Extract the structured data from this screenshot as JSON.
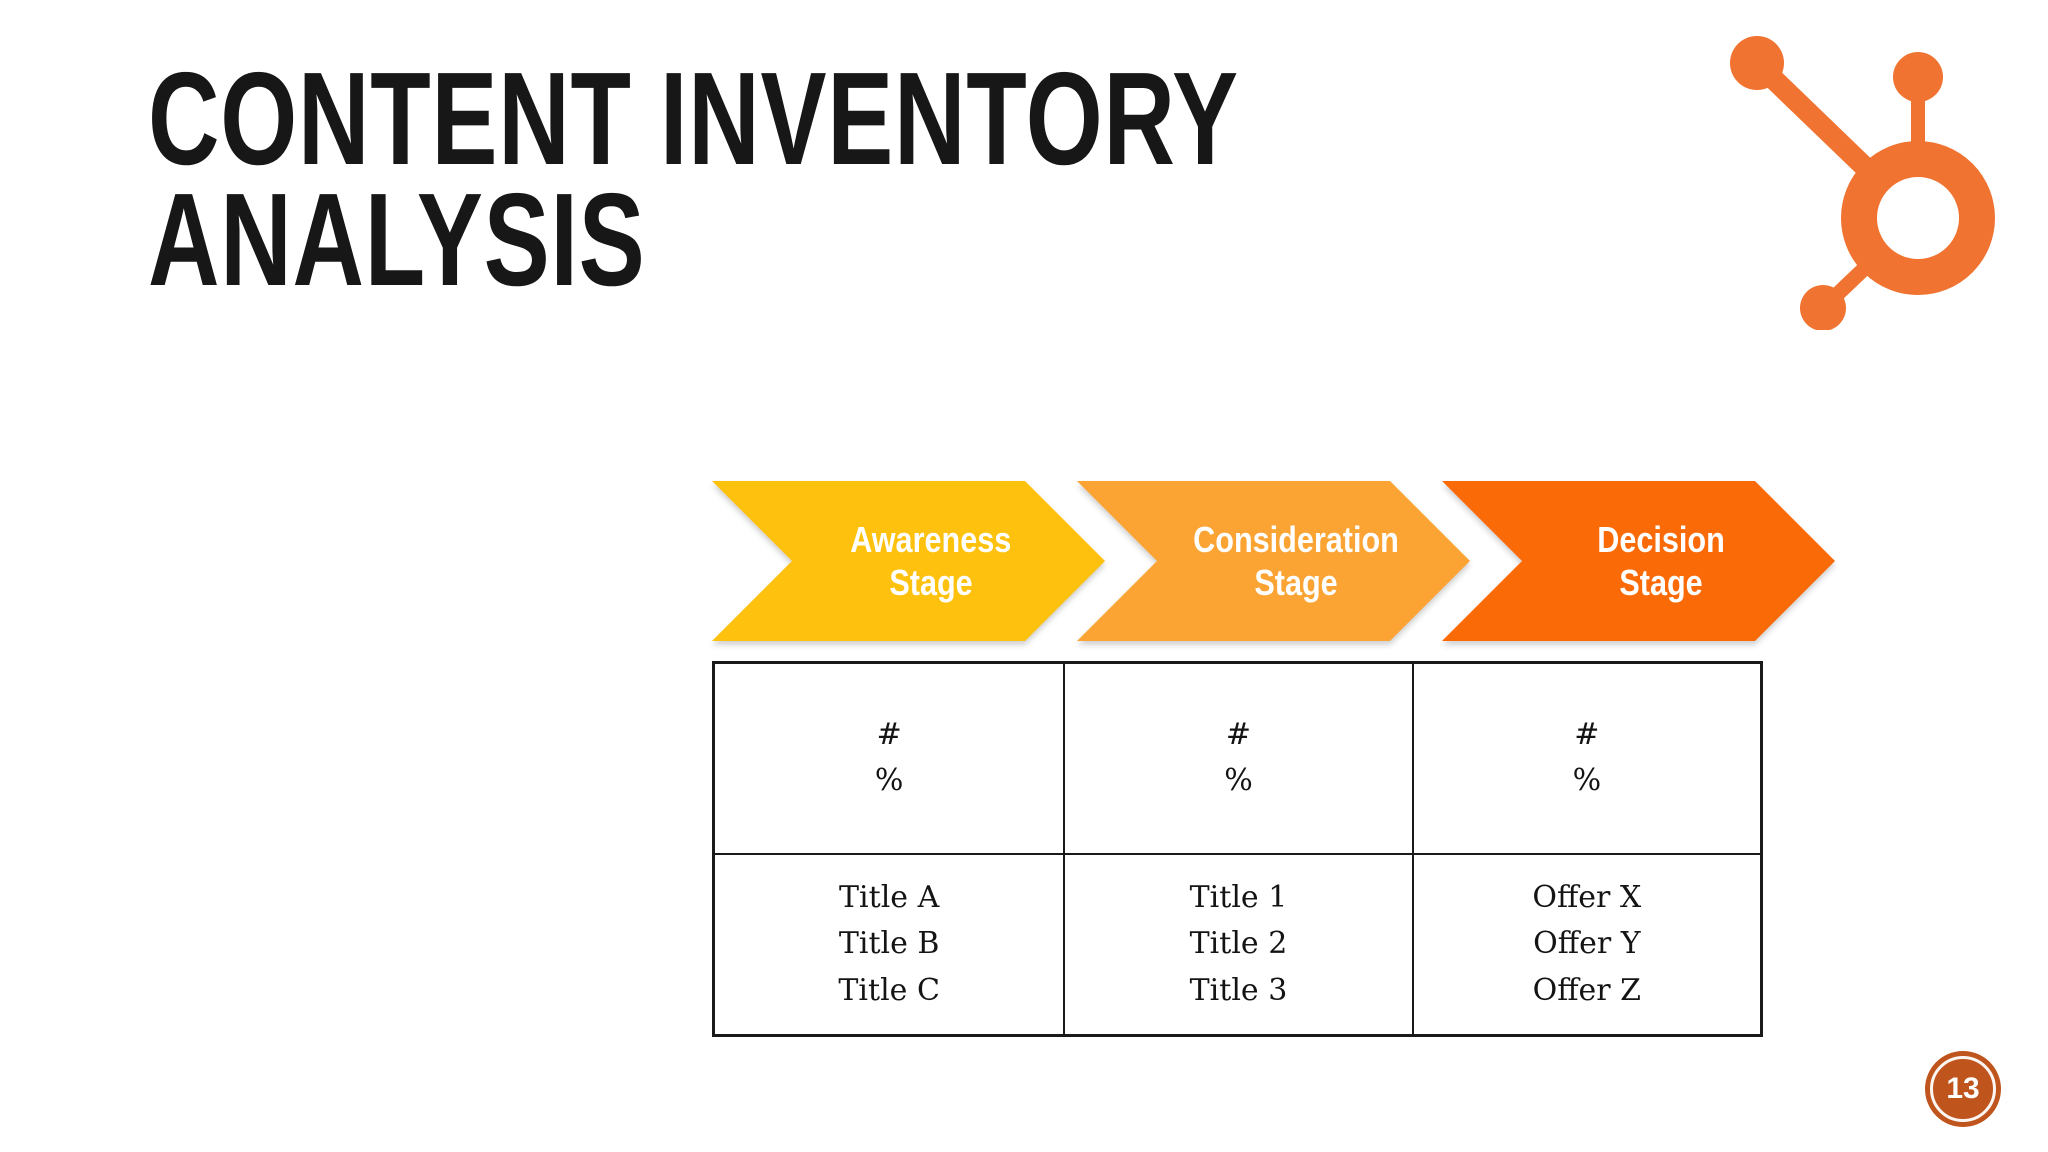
{
  "slide": {
    "title_lines": [
      "CONTENT INVENTORY",
      "ANALYSIS"
    ]
  },
  "logo": {
    "name": "hubspot-sprocket",
    "color": "#F17331"
  },
  "funnel": {
    "stages": [
      {
        "label_lines": [
          "Awareness",
          "Stage"
        ],
        "color": "#FEC10D"
      },
      {
        "label_lines": [
          "Consideration",
          "Stage"
        ],
        "color": "#FBA333"
      },
      {
        "label_lines": [
          "Decision",
          "Stage"
        ],
        "color": "#FA6A07"
      }
    ]
  },
  "table": {
    "rows": [
      {
        "cells": [
          {
            "lines": [
              "#",
              "%"
            ]
          },
          {
            "lines": [
              "#",
              "%"
            ]
          },
          {
            "lines": [
              "#",
              "%"
            ]
          }
        ]
      },
      {
        "cells": [
          {
            "lines": [
              "Title A",
              "Title B",
              "Title C"
            ]
          },
          {
            "lines": [
              "Title 1",
              "Title 2",
              "Title 3"
            ]
          },
          {
            "lines": [
              "Offer X",
              "Offer Y",
              "Offer Z"
            ]
          }
        ]
      }
    ]
  },
  "badge": {
    "number": "13",
    "color": "#BF541C"
  }
}
